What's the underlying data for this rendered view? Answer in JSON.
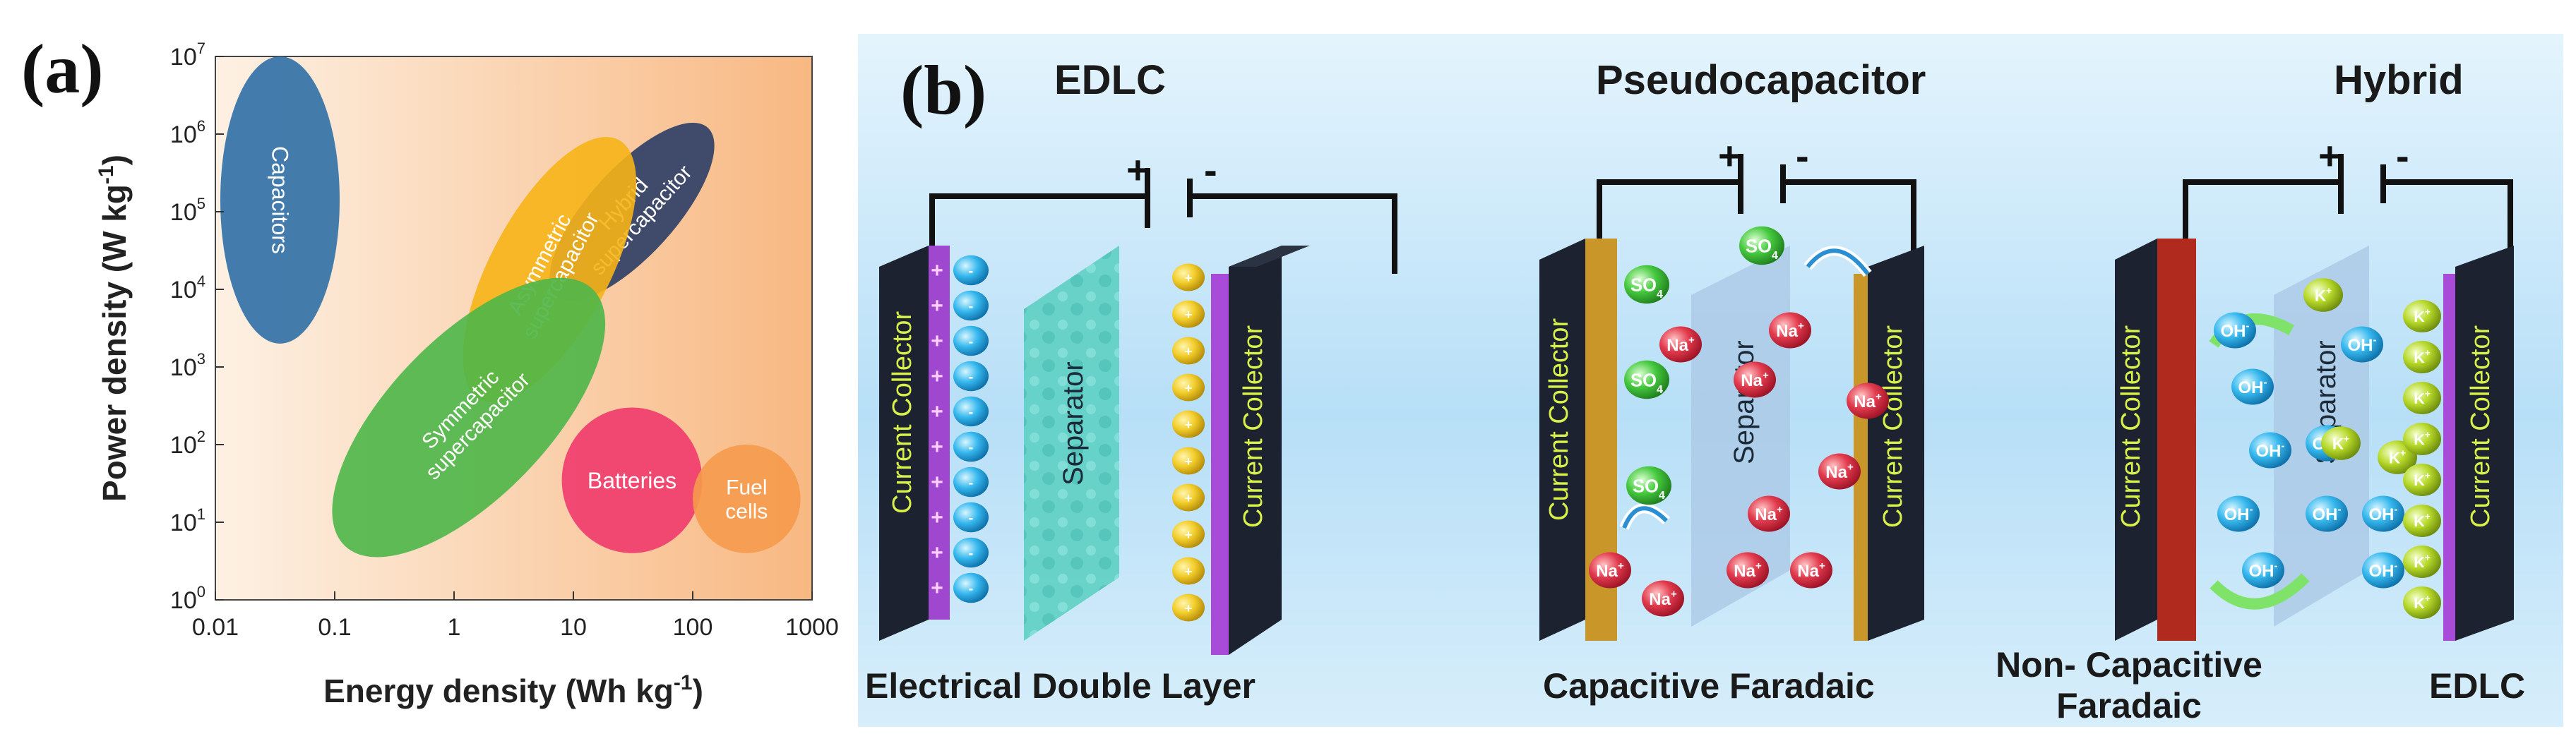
{
  "panel_a": {
    "letter": "(a)",
    "chart_data": {
      "type": "scatter",
      "xlabel": "Energy density (Wh kg",
      "xlabel_sup": "-1",
      "xlabel_close": ")",
      "ylabel": "Power density (W kg",
      "ylabel_sup": "-1",
      "ylabel_close": ")",
      "x_scale": "log",
      "y_scale": "log",
      "xlim": [
        0.01,
        1000
      ],
      "ylim": [
        1,
        10000000
      ],
      "x_ticks": [
        "0.01",
        "0.1",
        "1",
        "10",
        "100",
        "1000"
      ],
      "y_ticks": [
        {
          "base": "10",
          "exp": "0"
        },
        {
          "base": "10",
          "exp": "1"
        },
        {
          "base": "10",
          "exp": "2"
        },
        {
          "base": "10",
          "exp": "3"
        },
        {
          "base": "10",
          "exp": "4"
        },
        {
          "base": "10",
          "exp": "5"
        },
        {
          "base": "10",
          "exp": "6"
        },
        {
          "base": "10",
          "exp": "7"
        }
      ],
      "regions": [
        {
          "label": [
            "Capacitors"
          ],
          "color": "#2f6fa6",
          "x_range": [
            0.011,
            0.11
          ],
          "y_range": [
            2000,
            10000000
          ],
          "angle": 0
        },
        {
          "label": [
            "Hybrid",
            "supercapacitor"
          ],
          "color": "#2b3d66",
          "x_range": [
            8,
            120
          ],
          "y_range": [
            5000,
            2000000
          ],
          "angle": -48
        },
        {
          "label": [
            "Asymmetric",
            "supercapacitor"
          ],
          "color": "#f6b417",
          "x_range": [
            1,
            40
          ],
          "y_range": [
            400,
            800000
          ],
          "angle": -62
        },
        {
          "label": [
            "Symmetric",
            "supercapacitor"
          ],
          "color": "#4cb648",
          "x_range": [
            0.08,
            22
          ],
          "y_range": [
            5,
            10000
          ],
          "angle": -46
        },
        {
          "label": [
            "Batteries"
          ],
          "color": "#ef3a6d",
          "x_range": [
            8,
            120
          ],
          "y_range": [
            4,
            300
          ],
          "angle": 0
        },
        {
          "label": [
            "Fuel",
            "cells"
          ],
          "color": "#f59a4c",
          "x_range": [
            100,
            800
          ],
          "y_range": [
            4,
            100
          ],
          "angle": 0
        }
      ]
    }
  },
  "panel_b": {
    "letter": "(b)",
    "sections": [
      {
        "title": "EDLC",
        "caption": "Electrical Double Layer",
        "collector_label": "Current Collector",
        "separator_label": "Separator",
        "plus": "+",
        "minus": "-"
      },
      {
        "title": "Pseudocapacitor",
        "caption": "Capacitive Faradaic",
        "collector_label": "Current Collector",
        "separator_label": "Separator",
        "plus": "+",
        "minus": "-"
      },
      {
        "title": "Hybrid",
        "caption_left": [
          "Non- Capacitive",
          "Faradaic"
        ],
        "caption_right": "EDLC",
        "collector_label": "Current Collector",
        "separator_label": "Separator",
        "plus": "+",
        "minus": "-"
      }
    ],
    "ions": {
      "na": "Na",
      "na_sup": "+",
      "so4": "SO",
      "so4_sub": "4",
      "oh": "OH",
      "oh_sup": "-",
      "k": "K",
      "k_sup": "+",
      "plus": "+",
      "minus": "-"
    }
  }
}
